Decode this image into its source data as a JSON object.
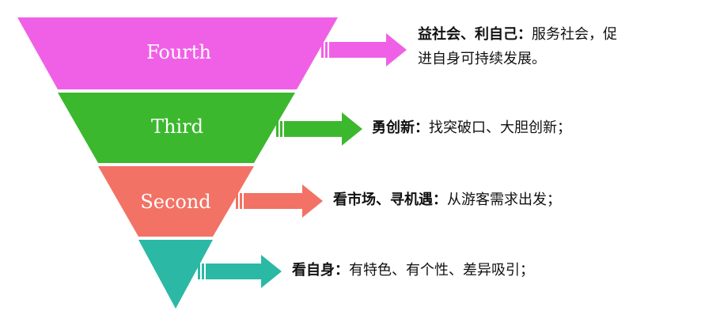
{
  "tiers": [
    {
      "label": "Fourth",
      "color": "#f060e6",
      "desc_bold": "益社会、利自己：",
      "desc_text": "服务社会，促进自身可持续发展。"
    },
    {
      "label": "Third",
      "color": "#3cb82e",
      "desc_bold": "勇创新：",
      "desc_text": "找突破口、大胆创新；"
    },
    {
      "label": "Second",
      "color": "#f27265",
      "desc_bold": "看市场、寻机遇：",
      "desc_text": "从游客需求出发；"
    },
    {
      "label": "",
      "color": "#2bb9a6",
      "desc_bold": "看自身：",
      "desc_text": "有特色、有个性、差异吸引；"
    }
  ]
}
